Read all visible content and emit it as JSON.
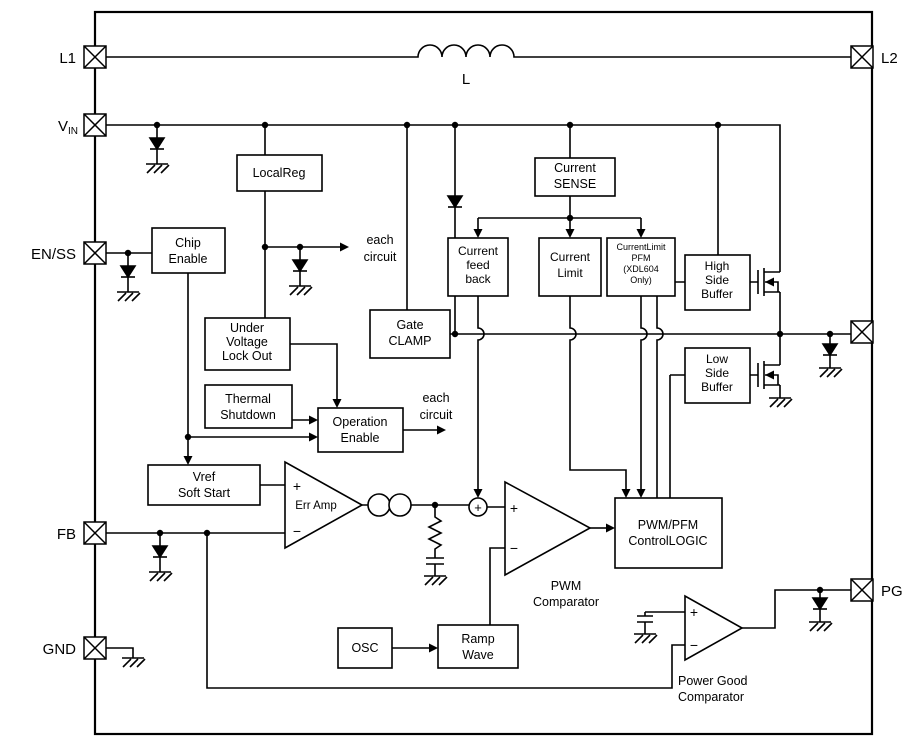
{
  "pins": {
    "l1": "L1",
    "vin": "V",
    "vin_sub": "IN",
    "enss": "EN/SS",
    "fb": "FB",
    "gnd": "GND",
    "l2": "L2",
    "pg": "PG"
  },
  "inductor": {
    "label": "L"
  },
  "blocks": {
    "local_reg": {
      "line1": "LocalReg"
    },
    "chip_enable": {
      "line1": "Chip",
      "line2": "Enable"
    },
    "current_sense": {
      "line1": "Current",
      "line2": "SENSE"
    },
    "current_feedback": {
      "line1": "Current",
      "line2": "feed",
      "line3": "back"
    },
    "current_limit": {
      "line1": "Current",
      "line2": "Limit"
    },
    "current_limit_pfm": {
      "line1": "CurrentLimit",
      "line2": "PFM",
      "line3": "(XDL604",
      "line4": "Only)"
    },
    "high_side_buffer": {
      "line1": "High",
      "line2": "Side",
      "line3": "Buffer"
    },
    "gate_clamp": {
      "line1": "Gate",
      "line2": "CLAMP"
    },
    "uvlo": {
      "line1": "Under",
      "line2": "Voltage",
      "line3": "Lock Out"
    },
    "low_side_buffer": {
      "line1": "Low",
      "line2": "Side",
      "line3": "Buffer"
    },
    "thermal_shutdown": {
      "line1": "Thermal",
      "line2": "Shutdown"
    },
    "operation_enable": {
      "line1": "Operation",
      "line2": "Enable"
    },
    "vref_soft_start": {
      "line1": "Vref",
      "line2": "Soft Start"
    },
    "pwm_pfm_logic": {
      "line1": "PWM/PFM",
      "line2": "ControlLOGIC"
    },
    "osc": {
      "line1": "OSC"
    },
    "ramp_wave": {
      "line1": "Ramp",
      "line2": "Wave"
    }
  },
  "amps": {
    "err_amp": {
      "label": "Err Amp"
    },
    "pwm_comparator": {
      "line1": "PWM",
      "line2": "Comparator"
    },
    "power_good_comparator": {
      "line1": "Power Good",
      "line2": "Comparator"
    }
  },
  "annotations": {
    "each_circuit_a": {
      "line1": "each",
      "line2": "circuit"
    },
    "each_circuit_b": {
      "line1": "each",
      "line2": "circuit"
    },
    "plus": "+",
    "minus": "−"
  },
  "colors": {
    "ink": "#000000",
    "paper": "#ffffff"
  }
}
